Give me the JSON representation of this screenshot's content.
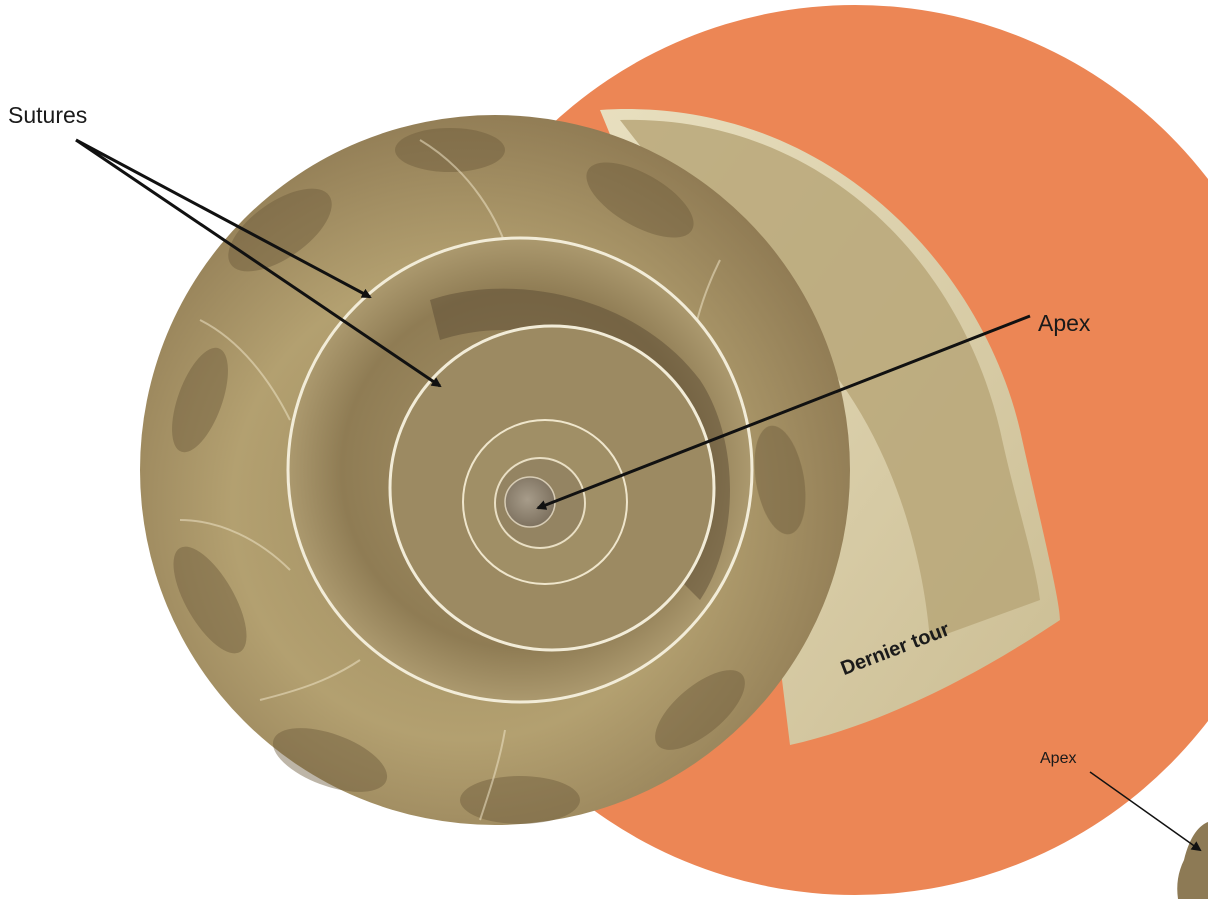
{
  "labels": {
    "sutures": "Sutures",
    "apex_main": "Apex",
    "apex_small": "Apex",
    "last_whorl": "Dernier tour"
  },
  "colors": {
    "background_disc": "#ec8655",
    "shell_light": "#cdbc8c",
    "shell_mid": "#ad9a69",
    "shell_dark": "#6b5a3a",
    "suture_line": "#f2ecd8",
    "arrow": "#111111"
  },
  "icons": [
    "arrow-icon"
  ]
}
